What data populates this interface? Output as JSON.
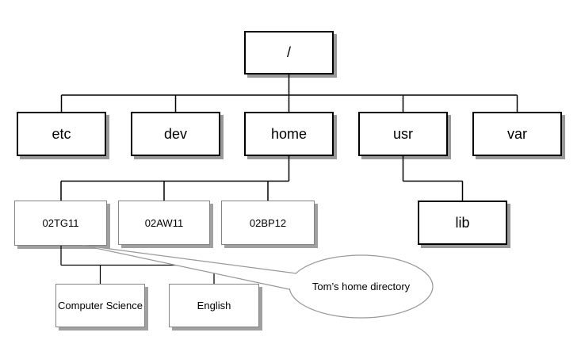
{
  "diagram_type": "unix-filesystem-tree",
  "tree": {
    "label": "/",
    "children": [
      {
        "label": "etc"
      },
      {
        "label": "dev"
      },
      {
        "label": "home",
        "children": [
          {
            "label": "02TG11",
            "children": [
              {
                "label": "Computer Science"
              },
              {
                "label": "English"
              }
            ]
          },
          {
            "label": "02AW11"
          },
          {
            "label": "02BP12"
          }
        ]
      },
      {
        "label": "usr",
        "children": [
          {
            "label": "lib"
          }
        ]
      },
      {
        "label": "var"
      }
    ]
  },
  "callout": {
    "label": "Tom’s home directory",
    "target": "02TG11"
  },
  "colors": {
    "background": "#ffffff",
    "box_fill": "#ffffff",
    "main_border": "#000000",
    "sub_border": "#848484",
    "shadow": "#999999",
    "connector_line": "#000000",
    "callout_line": "#999999"
  }
}
